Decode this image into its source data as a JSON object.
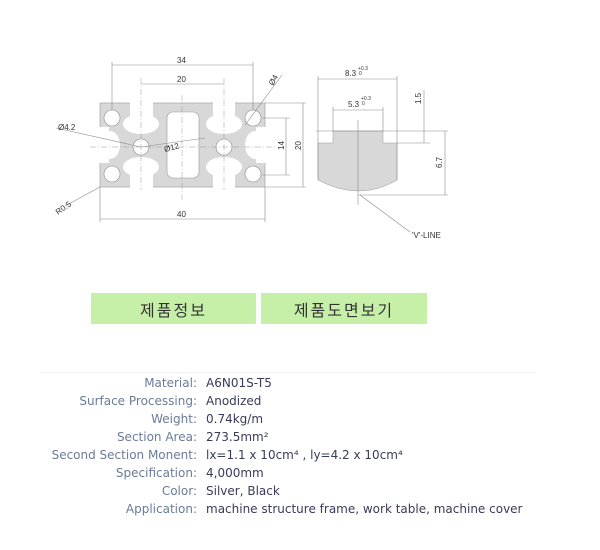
{
  "drawing": {
    "dims": {
      "w34": "34",
      "w20": "20",
      "w40": "40",
      "h14": "14",
      "h20": "20",
      "d4": "Ø4",
      "d42": "Ø4.2",
      "d12": "Ø12",
      "r05": "R0.5",
      "slot_w": "8.3",
      "slot_inner": "5.3",
      "tol_plus": "+0.3",
      "tol_zero": "0",
      "h15": "1.5",
      "h67": "6.7",
      "vline": "'V'-LINE"
    }
  },
  "tabs": [
    {
      "label": "제품정보"
    },
    {
      "label": "제품도면보기"
    }
  ],
  "specs": [
    {
      "label": "Material:",
      "value": "A6N01S-T5"
    },
    {
      "label": "Surface Processing:",
      "value": "Anodized"
    },
    {
      "label": "Weight:",
      "value": "0.74kg/m"
    },
    {
      "label": "Section Area:",
      "value": "273.5mm²"
    },
    {
      "label": "Second Section Monent:",
      "value": "lx=1.1 x 10cm⁴  , ly=4.2 x 10cm⁴"
    },
    {
      "label": "Specification:",
      "value": "4,000mm"
    },
    {
      "label": "Color:",
      "value": "Silver, Black"
    },
    {
      "label": "Application:",
      "value": "machine structure frame, work table, machine cover"
    }
  ],
  "colors": {
    "tab_bg": "#c6f0a8",
    "label": "#6b7b98",
    "value": "#3a3a5a"
  }
}
